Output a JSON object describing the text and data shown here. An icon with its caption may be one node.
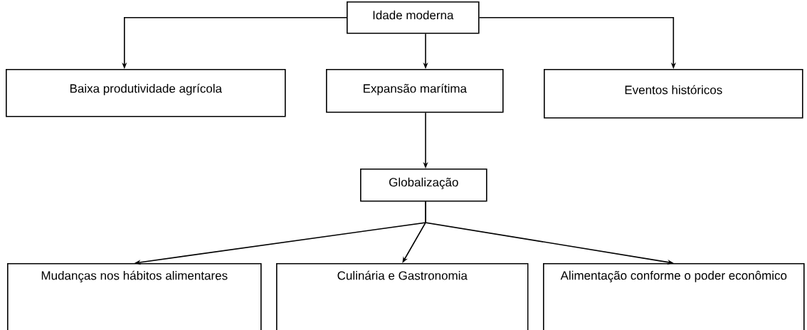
{
  "diagram": {
    "nodes": [
      {
        "text": [
          "Idade moderna"
        ]
      },
      {
        "text": [
          "Baixa produtividade agrícola"
        ]
      },
      {
        "text": [
          "Expansão marítima"
        ]
      },
      {
        "text": [
          "Eventos históricos"
        ]
      },
      {
        "text": [
          "Globalização"
        ]
      },
      {
        "text": [
          "Mudanças nos hábitos alimentares"
        ]
      },
      {
        "text": [
          "Culinária e Gastronomia"
        ]
      },
      {
        "text": [
          "Alimentação conforme o poder econômico"
        ]
      }
    ],
    "edges": [
      {
        "from": 0,
        "to": 1,
        "arrow": "to"
      },
      {
        "from": 0,
        "to": 2,
        "arrow": "to"
      },
      {
        "from": 0,
        "to": 3,
        "arrow": "to"
      },
      {
        "from": 2,
        "to": 4,
        "arrow": "to"
      },
      {
        "from": 4,
        "to": 5,
        "arrow": "to"
      },
      {
        "from": 4,
        "to": 6,
        "arrow": "to"
      },
      {
        "from": 4,
        "to": 7,
        "arrow": "to"
      }
    ]
  }
}
